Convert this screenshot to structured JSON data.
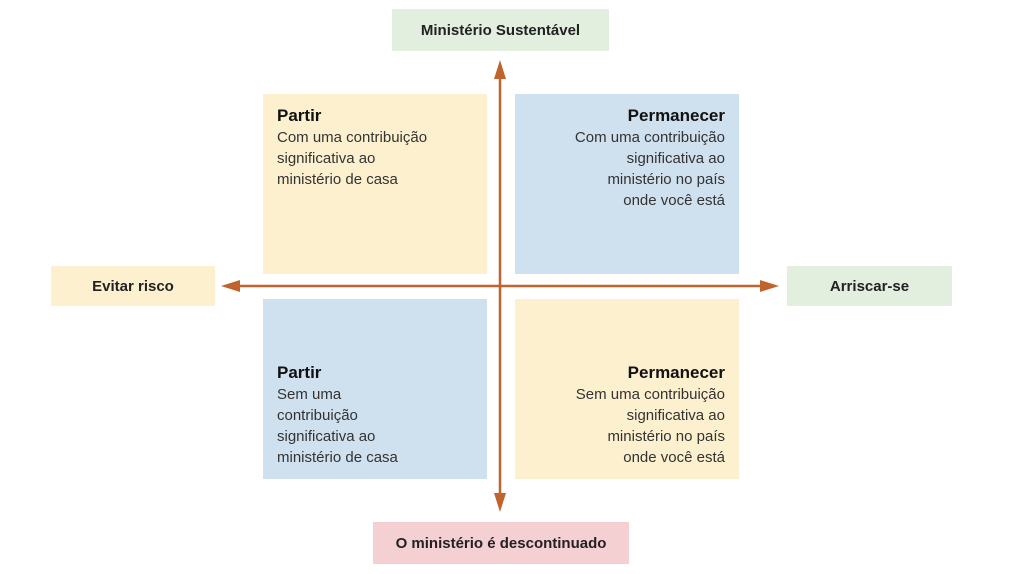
{
  "labels": {
    "top": "Ministério Sustentável",
    "bottom": "O ministério é descontinuado",
    "left": "Evitar risco",
    "right": "Arriscar-se"
  },
  "quadrants": {
    "top_left": {
      "title": "Partir",
      "lines": [
        "Com uma contribuição",
        "significativa ao",
        "ministério de casa"
      ]
    },
    "top_right": {
      "title": "Permanecer",
      "lines": [
        "Com uma contribuição",
        "significativa ao",
        "ministério no país",
        "onde você está"
      ]
    },
    "bottom_left": {
      "title": "Partir",
      "lines": [
        "Sem uma",
        "contribuição",
        "significativa ao",
        "ministério de casa"
      ]
    },
    "bottom_right": {
      "title": "Permanecer",
      "lines": [
        "Sem uma contribuição",
        "significativa ao",
        "ministério no país",
        "onde você está"
      ]
    }
  },
  "colors": {
    "green_box": "#e2efdf",
    "peach_box": "#fdf0cf",
    "blue_box": "#cfe0ef",
    "pink_box": "#f5d0d3",
    "arrow": "#c0632c"
  }
}
